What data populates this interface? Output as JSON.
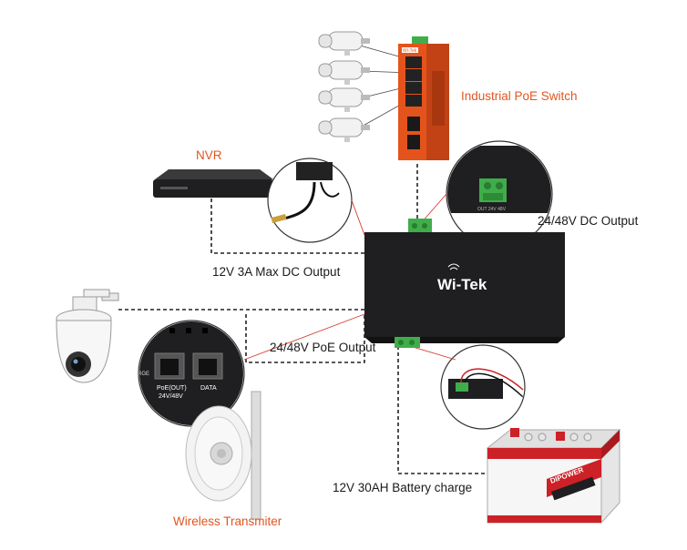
{
  "labels": {
    "switch": "Industrial PoE Switch",
    "nvr": "NVR",
    "dc_output_12v": "12V 3A Max DC Output",
    "dc_output_48v": "24/48V DC Output",
    "poe_output": "24/48V PoE Output",
    "battery": "12V 30AH Battery charge",
    "wireless": "Wireless Transmiter"
  },
  "device": {
    "brand": "Wi-Tek",
    "port_poe": "PoE(OUT)",
    "port_poe_voltage": "24V/48V",
    "port_data": "DATA",
    "charge_fragment": "RGE",
    "connector_text": "OUT 24V 48V",
    "battery_brand": "DIPOWER"
  },
  "colors": {
    "label_accent": "#e0561f",
    "switch_body": "#e5531c",
    "device_body": "#1f1f21",
    "callout_line": "#d63a2f",
    "terminal_green": "#3fae4a",
    "battery_red": "#cc2127"
  }
}
